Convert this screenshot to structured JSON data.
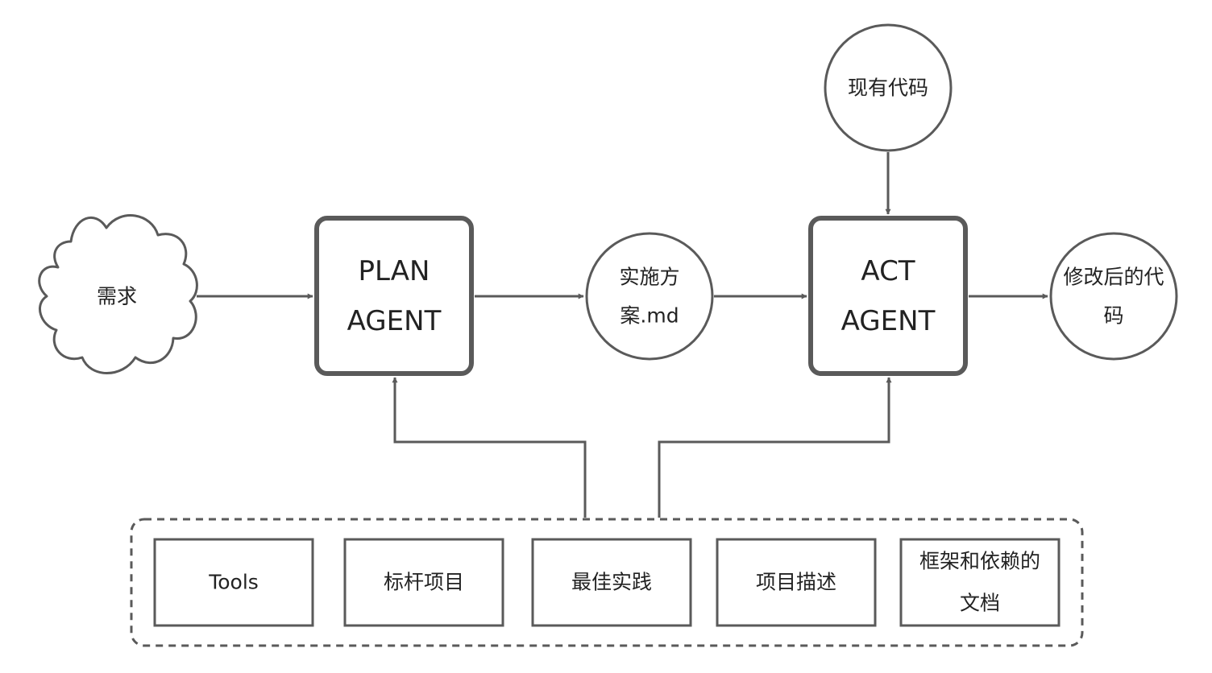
{
  "nodes": {
    "requirement": [
      "需求"
    ],
    "plan_agent": [
      "PLAN",
      "AGENT"
    ],
    "plan_doc": [
      "实施方",
      "案.md"
    ],
    "act_agent": [
      "ACT",
      "AGENT"
    ],
    "existing_code": [
      "现有代码"
    ],
    "modified_code": [
      "修改后的代",
      "码"
    ]
  },
  "context_items": [
    [
      "Tools"
    ],
    [
      "标杆项目"
    ],
    [
      "最佳实践"
    ],
    [
      "项目描述"
    ],
    [
      "框架和依赖的",
      "文档"
    ]
  ],
  "colors": {
    "stroke": "#5a5a5a",
    "text": "#222222",
    "background": "#ffffff"
  }
}
